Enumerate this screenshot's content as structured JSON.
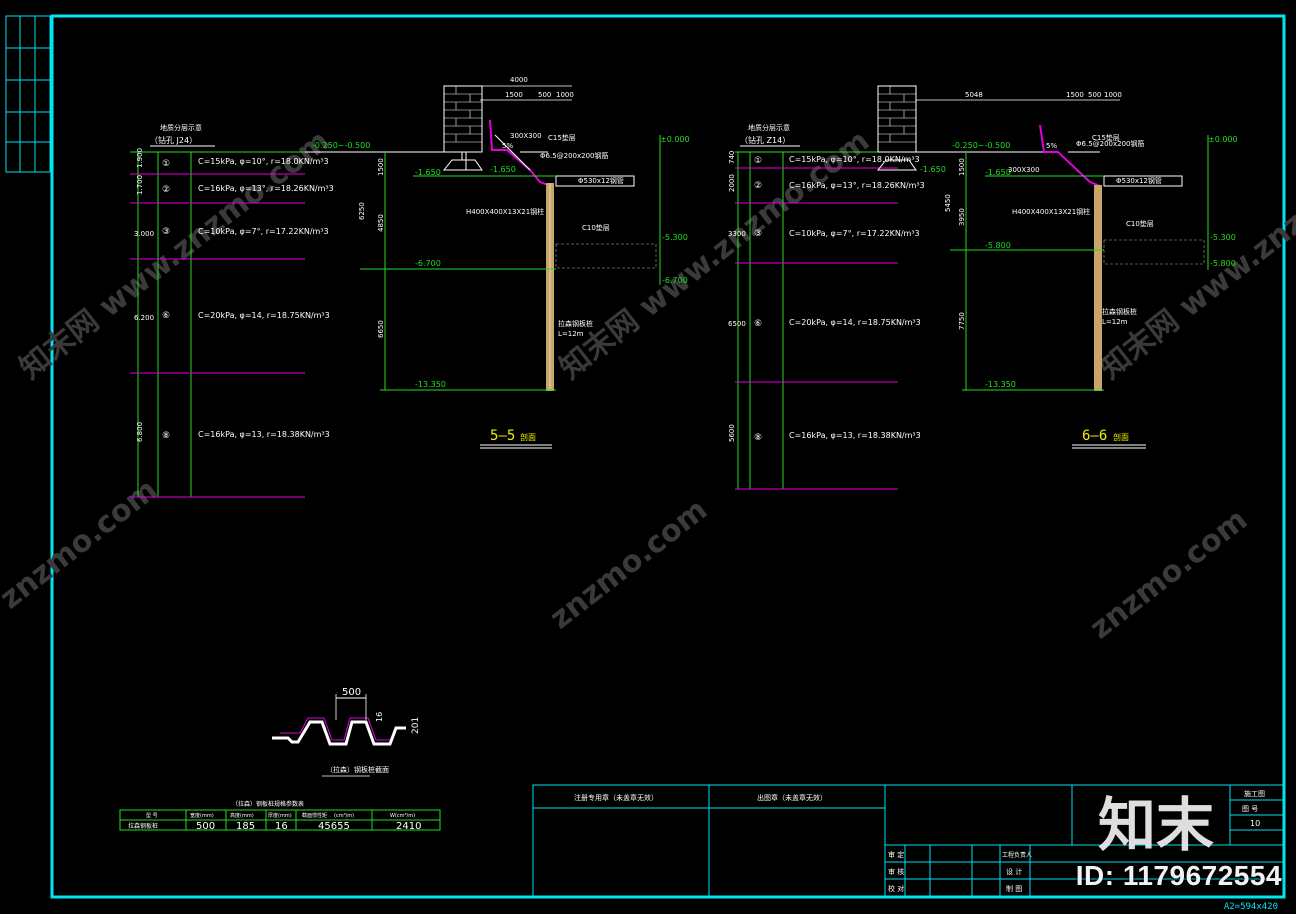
{
  "colors": {
    "frame": "#00e5ee",
    "green": "#22dd22",
    "magenta": "#e000e0",
    "yellow": "#f0f000",
    "white": "#ffffff",
    "brown": "#c9a56a"
  },
  "left_section": {
    "title": "5—5",
    "title_suffix": "剖面",
    "profile_heading": "地质分层示意",
    "borehole": "（钻孔  J24）",
    "depths": [
      "1.900",
      "1.700",
      "3.000",
      "6.200",
      "6.800"
    ],
    "layer_numbers": [
      "①",
      "②",
      "③",
      "⑥",
      "⑧"
    ],
    "layer_props": [
      "C=15kPa, φ=10°, r=18.0KN/m³3",
      "C=16kPa, φ=13°, r=18.26KN/m³3",
      "C=10kPa, φ=7°, r=17.22KN/m³3",
      "C=20kPa, φ=14, r=18.75KN/m³3",
      "C=16kPa, φ=13, r=18.38KN/m³3"
    ],
    "top_dims": [
      "4000",
      "5%",
      "1500",
      "500",
      "1000"
    ],
    "elevations": [
      "±0.000",
      "-0.250~-0.500",
      "-1.650",
      "-1.650",
      "-6.700",
      "-5.300",
      "-6.700",
      "-13.350"
    ],
    "vertical_dims": [
      "1500",
      "6250",
      "4850",
      "6650"
    ],
    "annotations": [
      "300X300",
      "C15垫层",
      "Φ6.5@200x200钢筋",
      "Φ530x12钢管",
      "H400X400X13X21钢柱",
      "C10垫层",
      "拉森钢板桩",
      "L=12m",
      "5%"
    ]
  },
  "right_section": {
    "title": "6—6",
    "title_suffix": "剖面",
    "profile_heading": "地质分层示意",
    "borehole": "（钻孔  Z14）",
    "depths": [
      "740",
      "2000",
      "3300",
      "6500",
      "5600"
    ],
    "layer_numbers": [
      "①",
      "②",
      "③",
      "⑥",
      "⑧"
    ],
    "layer_props": [
      "C=15kPa, φ=10°, r=18.0KN/m³3",
      "C=16kPa, φ=13°, r=18.26KN/m³3",
      "C=10kPa, φ=7°, r=17.22KN/m³3",
      "C=20kPa, φ=14, r=18.75KN/m³3",
      "C=16kPa, φ=13, r=18.38KN/m³3"
    ],
    "top_dims": [
      "5048",
      "5%",
      "1500",
      "500",
      "1000"
    ],
    "elevations": [
      "±0.000",
      "-0.250~-0.500",
      "-1.650",
      "-1.650",
      "-5.800",
      "-5.300",
      "-5.800",
      "-13.350"
    ],
    "vertical_dims": [
      "1500",
      "5450",
      "3950",
      "7750"
    ],
    "annotations": [
      "300X300",
      "C15垫层",
      "Φ6.5@200x200钢筋",
      "Φ530x12钢管",
      "H400X400X13X21钢柱",
      "C10垫层",
      "拉森钢板桩",
      "L=12m",
      "5%"
    ]
  },
  "sheet_pile_detail": {
    "width_dim": "500",
    "height_dim": "201",
    "thickness_dim": "16",
    "caption": "（拉森）钢板桩截面",
    "table_title": "（拉森）钢板桩规格参数表",
    "headers": [
      "型  号",
      "宽度(mm)",
      "高度(mm)",
      "厚度(mm)",
      "截面惯性矩",
      "(cm⁴/m)",
      "W(cm³/m)"
    ],
    "row": [
      "拉森钢板桩",
      "500",
      "185",
      "16",
      "45655",
      "2410"
    ]
  },
  "title_block": {
    "seal_1": "注册专用章（未盖章无效）",
    "seal_2": "出图章（未盖章无效）",
    "drawing_no_label": "图  号",
    "drawing_no_value": "10",
    "rows_left": [
      "审  定",
      "审  核",
      "校  对"
    ],
    "rows_mid": [
      "工程负责人",
      "设  计",
      "制  图"
    ],
    "sheet_label": "施工图"
  },
  "watermarks": [
    "知末网 www.znzmo.com",
    "znzmo.com",
    "知末网 www.znzmo.com",
    "znzmo.com",
    "知末网 www.znzmo.com",
    "znzmo.com"
  ],
  "brand": "知末",
  "image_id": "ID: 1179672554",
  "sheet_size": "A2=594x420"
}
